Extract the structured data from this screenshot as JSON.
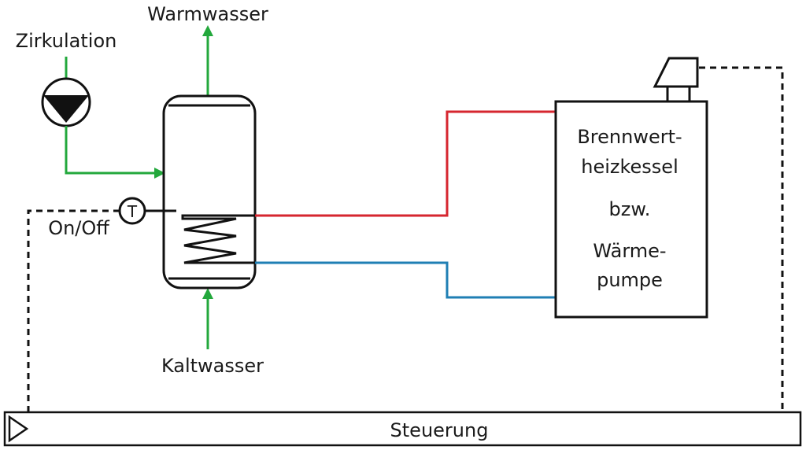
{
  "labels": {
    "warmwasser": "Warmwasser",
    "zirkulation": "Zirkulation",
    "kaltwasser": "Kaltwasser",
    "on_off": "On/Off",
    "sensor": "T",
    "boiler_line1": "Brennwert-",
    "boiler_line2": "heizkessel",
    "boiler_line3": "bzw.",
    "boiler_line4": "Wärme-",
    "boiler_line5": "pumpe",
    "steuerung": "Steuerung"
  },
  "colors": {
    "green": "#23a83c",
    "red": "#d6262f",
    "blue": "#1f7fb4",
    "outline": "#111111"
  }
}
